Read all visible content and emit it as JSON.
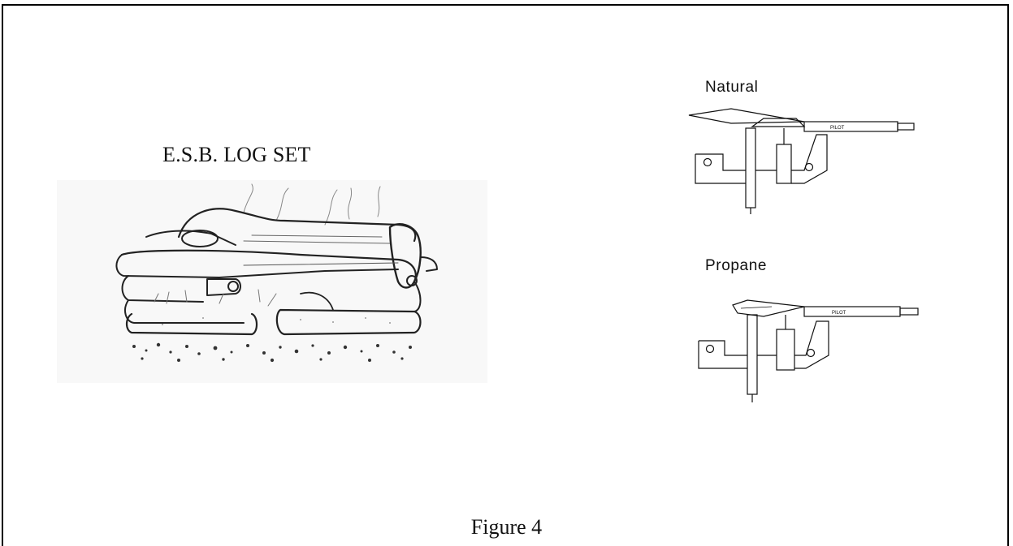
{
  "figure": {
    "title": "E.S.B. LOG SET",
    "caption": "Figure 4"
  },
  "pilots": [
    {
      "gas": "Natural",
      "tube_label": "PILOT"
    },
    {
      "gas": "Propane",
      "tube_label": "PILOT"
    }
  ]
}
